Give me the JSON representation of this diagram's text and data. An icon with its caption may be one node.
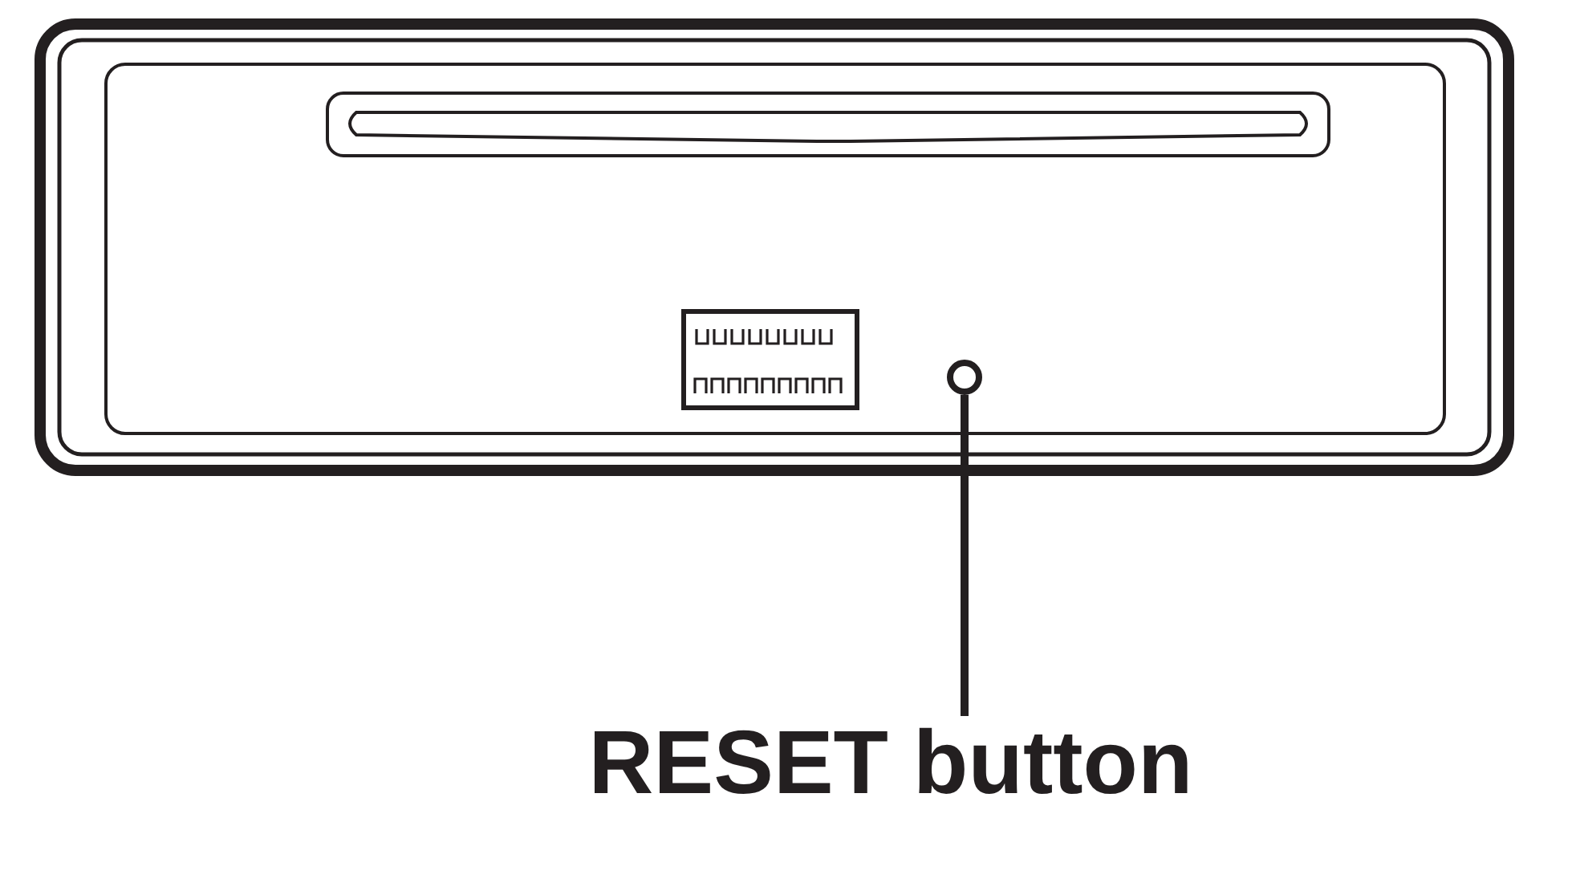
{
  "diagram": {
    "nodes": [
      {
        "text": [],
        "shape": "circle"
      },
      {
        "text": [
          "RESET button"
        ]
      }
    ],
    "edges": [
      {
        "from": 1,
        "to": 0,
        "arrow": "none"
      }
    ]
  }
}
